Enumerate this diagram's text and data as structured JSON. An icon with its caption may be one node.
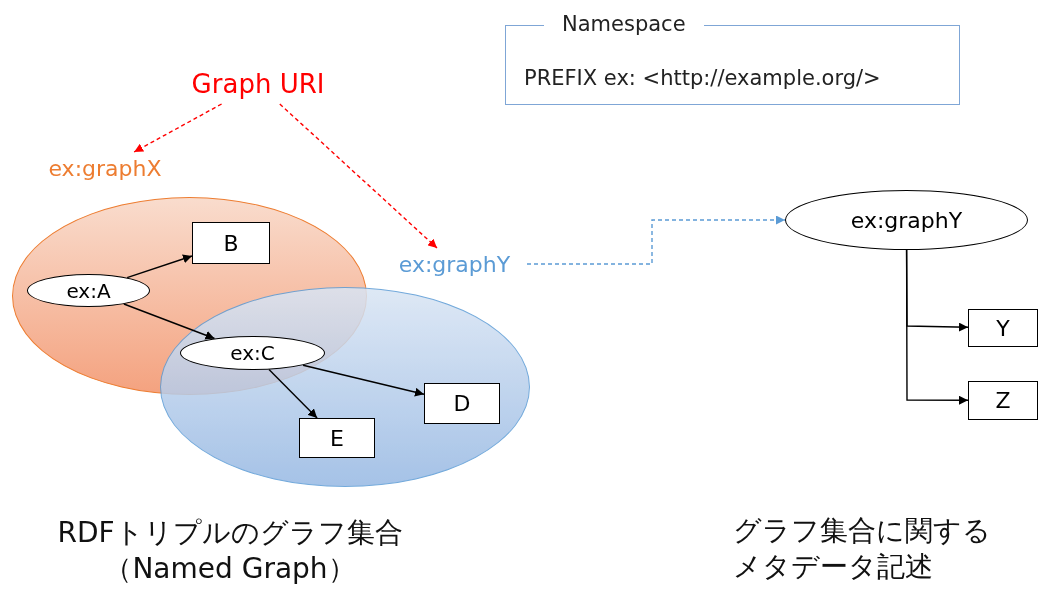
{
  "diagram": {
    "nodes": [
      {
        "text": [
          "Graph URI"
        ]
      },
      {
        "text": [
          "ex:graphX"
        ]
      },
      {
        "text": [
          "ex:A"
        ],
        "in": 1
      },
      {
        "text": [
          "B"
        ],
        "in": 1
      },
      {
        "text": [
          "ex:graphY"
        ]
      },
      {
        "text": [
          "ex:C"
        ]
      },
      {
        "text": [
          "D"
        ],
        "in": 4
      },
      {
        "text": [
          "E"
        ],
        "in": 4
      },
      {
        "text": [
          "ex:graphY"
        ]
      },
      {
        "text": [
          "Y"
        ]
      },
      {
        "text": [
          "Z"
        ]
      },
      {
        "text": [
          "Namespace",
          "PREFIX ex: <http://example.org/>"
        ]
      }
    ],
    "edges": [
      {
        "from": 0,
        "to": 1,
        "arrow": "to",
        "style": "dashed",
        "color": "#ff0000"
      },
      {
        "from": 0,
        "to": 4,
        "arrow": "to",
        "style": "dashed",
        "color": "#ff0000"
      },
      {
        "from": 4,
        "to": 8,
        "arrow": "to",
        "style": "dashed",
        "color": "#5b9bd5"
      },
      {
        "from": 2,
        "to": 3,
        "arrow": "to"
      },
      {
        "from": 2,
        "to": 5,
        "arrow": "to"
      },
      {
        "from": 5,
        "to": 6,
        "arrow": "to"
      },
      {
        "from": 5,
        "to": 7,
        "arrow": "to"
      },
      {
        "from": 8,
        "to": 9,
        "arrow": "to"
      },
      {
        "from": 8,
        "to": 10,
        "arrow": "to"
      }
    ],
    "labels": [
      "RDFトリプルのグラフ集合（Named Graph）",
      "グラフ集合に関するメタデータ記述"
    ]
  }
}
